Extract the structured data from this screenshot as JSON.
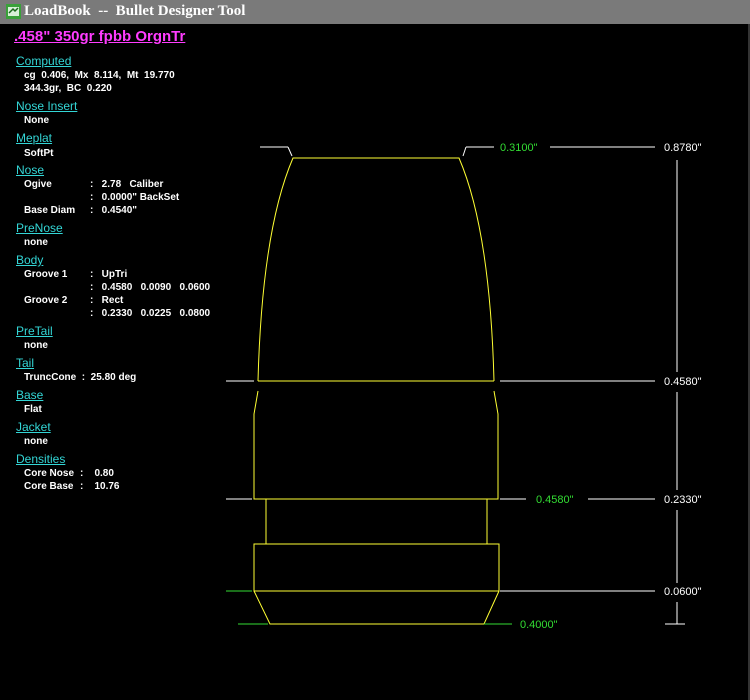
{
  "window": {
    "title": "LoadBook  --  Bullet Designer Tool"
  },
  "bullet": {
    "name": ".458\" 350gr fpbb OrgnTr"
  },
  "sections": {
    "computed": {
      "label": "Computed",
      "line1": "cg  0.406,  Mx  8.114,  Mt  19.770",
      "line2": "344.3gr,  BC  0.220"
    },
    "nose_insert": {
      "label": "Nose Insert",
      "value": "None"
    },
    "meplat": {
      "label": "Meplat",
      "value": "SoftPt"
    },
    "nose": {
      "label": "Nose",
      "ogive_label": "Ogive",
      "ogive_val": ":   2.78   Caliber",
      "ogive_val2": ":   0.0000\" BackSet",
      "basediam_label": "Base Diam",
      "basediam_val": ":   0.4540\""
    },
    "prenose": {
      "label": "PreNose",
      "value": "none"
    },
    "body": {
      "label": "Body",
      "g1_label": "Groove 1",
      "g1_type": ":   UpTri",
      "g1_vals": ":   0.4580   0.0090   0.0600",
      "g2_label": "Groove 2",
      "g2_type": ":   Rect",
      "g2_vals": ":   0.2330   0.0225   0.0800"
    },
    "pretail": {
      "label": "PreTail",
      "value": "none"
    },
    "tail": {
      "label": "Tail",
      "value": "TruncCone  :  25.80 deg"
    },
    "base": {
      "label": "Base",
      "value": "Flat"
    },
    "jacket": {
      "label": "Jacket",
      "value": "none"
    },
    "densities": {
      "label": "Densities",
      "core_nose_label": "Core Nose",
      "core_nose_val": ":    0.80",
      "core_base_label": "Core Base",
      "core_base_val": ":    10.76"
    }
  },
  "drawing": {
    "meplat_dia": "0.3100\"",
    "shank_dia": "0.4580\"",
    "base_dia": "0.4000\"",
    "h_tip": "0.8780\"",
    "h_nose_base": "0.4580\"",
    "h_groove2": "0.2330\"",
    "h_tail": "0.0600\""
  },
  "colors": {
    "outline": "#ffff33",
    "dim_green": "#33dd33",
    "dim_white": "#ffffff",
    "title_magenta": "#ff3cff",
    "section_cyan": "#33d6d6"
  }
}
